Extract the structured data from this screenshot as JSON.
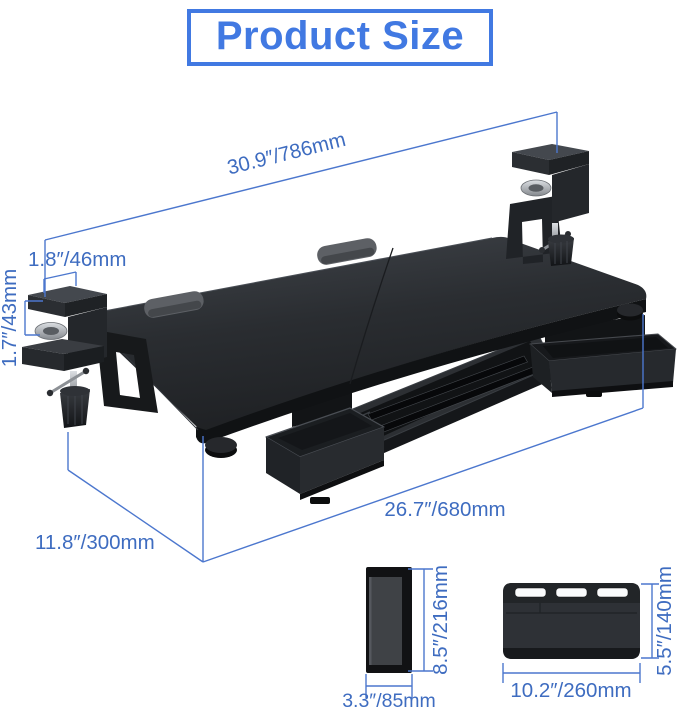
{
  "title": "Product Size",
  "colors": {
    "accent_blue": "#4179E2",
    "dimension_text": "#3E6CC0",
    "dimension_line": "#4C77CE",
    "product_black": "#26282B"
  },
  "main_view": {
    "dimensions": {
      "overall_width": "30.9″/786mm",
      "clamp_width": "1.8″/46mm",
      "clamp_opening_height": "1.7″/43mm",
      "tray_width": "26.7″/680mm",
      "tray_depth": "11.8″/300mm"
    }
  },
  "side_view": {
    "height": "8.5″/216mm",
    "width": "3.3″/85mm"
  },
  "front_view": {
    "height": "5.5″/140mm",
    "width": "10.2″/260mm"
  }
}
